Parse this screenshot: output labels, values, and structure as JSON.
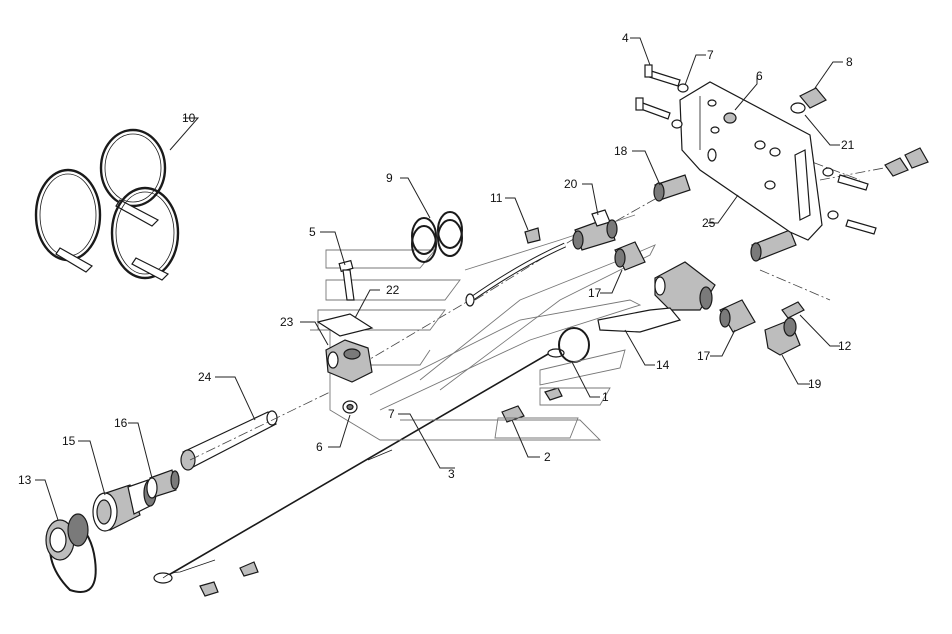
{
  "diagram": {
    "callouts": [
      {
        "id": "c1",
        "label": "1"
      },
      {
        "id": "c2",
        "label": "2"
      },
      {
        "id": "c3",
        "label": "3"
      },
      {
        "id": "c4",
        "label": "4"
      },
      {
        "id": "c5",
        "label": "5"
      },
      {
        "id": "c6a",
        "label": "6"
      },
      {
        "id": "c6b",
        "label": "6"
      },
      {
        "id": "c7a",
        "label": "7"
      },
      {
        "id": "c7b",
        "label": "7"
      },
      {
        "id": "c8",
        "label": "8"
      },
      {
        "id": "c9",
        "label": "9"
      },
      {
        "id": "c10",
        "label": "10"
      },
      {
        "id": "c11",
        "label": "11"
      },
      {
        "id": "c12",
        "label": "12"
      },
      {
        "id": "c13",
        "label": "13"
      },
      {
        "id": "c14",
        "label": "14"
      },
      {
        "id": "c15",
        "label": "15"
      },
      {
        "id": "c16",
        "label": "16"
      },
      {
        "id": "c17a",
        "label": "17"
      },
      {
        "id": "c17b",
        "label": "17"
      },
      {
        "id": "c18",
        "label": "18"
      },
      {
        "id": "c19",
        "label": "19"
      },
      {
        "id": "c20",
        "label": "20"
      },
      {
        "id": "c21",
        "label": "21"
      },
      {
        "id": "c22",
        "label": "22"
      },
      {
        "id": "c23",
        "label": "23"
      },
      {
        "id": "c24",
        "label": "24"
      },
      {
        "id": "c25",
        "label": "25"
      }
    ]
  }
}
